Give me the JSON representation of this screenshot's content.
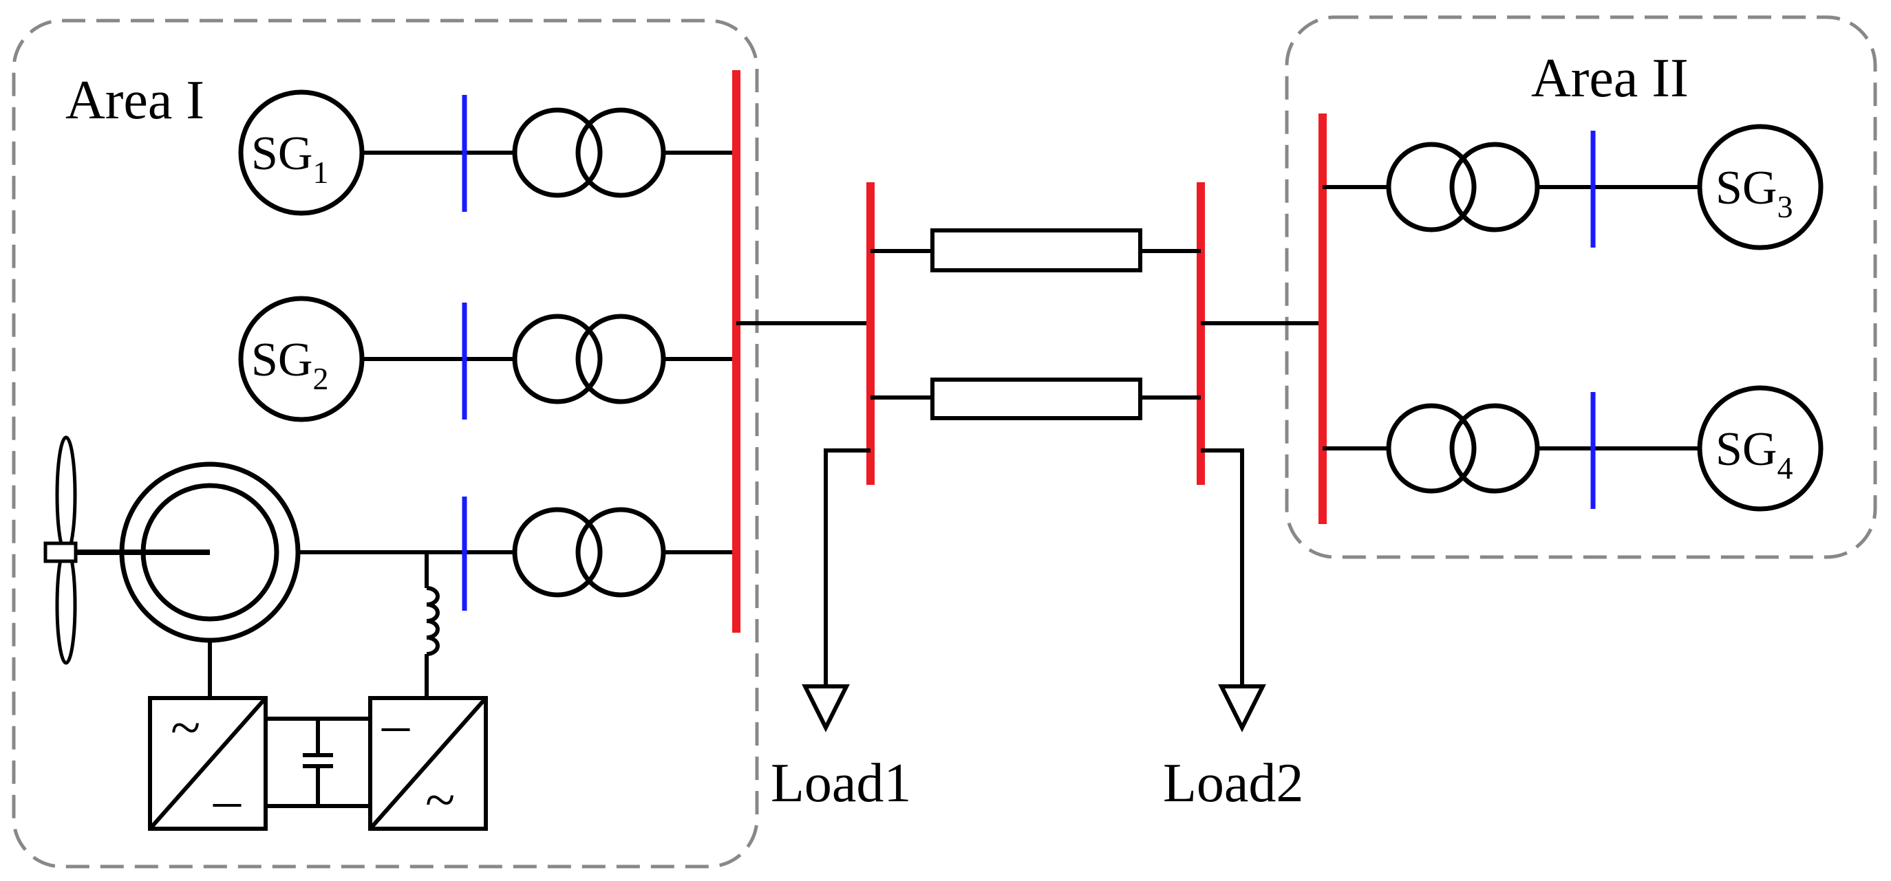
{
  "areas": [
    {
      "label": "Area I"
    },
    {
      "label": "Area II"
    }
  ],
  "generators": [
    {
      "base": "SG",
      "sub": "1"
    },
    {
      "base": "SG",
      "sub": "2"
    },
    {
      "base": "SG",
      "sub": "3"
    },
    {
      "base": "SG",
      "sub": "4"
    }
  ],
  "loads": [
    {
      "label": "Load1"
    },
    {
      "label": "Load2"
    }
  ],
  "converters": {
    "left_top": "~",
    "left_bottom": "–",
    "right_top": "–",
    "right_bottom": "~"
  },
  "colors": {
    "bus_main": "#ee1c24",
    "bus_gen": "#1a1aff",
    "line": "#000000",
    "area_border": "#888888"
  }
}
